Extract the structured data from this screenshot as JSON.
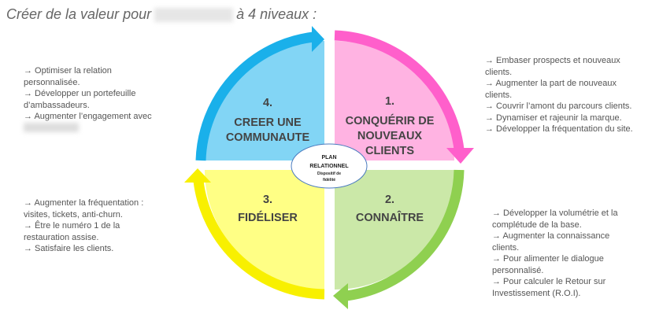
{
  "title": {
    "before": "Créer de la valeur pour",
    "after": "à 4 niveaux :"
  },
  "quadrants": [
    {
      "num": "4.",
      "line1": "CREER UNE",
      "line2": "COMMUNAUTE",
      "color": "#82d5f5",
      "arrow": "#1ab0ea"
    },
    {
      "num": "1.",
      "line1": "CONQUÉRIR DE",
      "line2": "NOUVEAUX",
      "line3": "CLIENTS",
      "color": "#ffb3e2",
      "arrow": "#ff5fcb"
    },
    {
      "num": "3.",
      "line1": "FIDÉLISER",
      "color": "#ffff85",
      "arrow": "#f8f000"
    },
    {
      "num": "2.",
      "line1": "CONNAÎTRE",
      "color": "#cbe8a8",
      "arrow": "#8fd050"
    }
  ],
  "center": {
    "line1": "PLAN",
    "line2": "RELATIONNEL",
    "line3": "Dispositif de",
    "line4": "fidélité"
  },
  "notes": {
    "top_left": [
      "→ Optimiser la relation personnalisée.",
      "→ Développer un portefeuille d’ambassadeurs.",
      "→  Augmenter l’engagement avec"
    ],
    "top_right": [
      "→ Embaser prospects et nouveaux clients.",
      "→ Augmenter la part de nouveaux clients.",
      "→ Couvrir l’amont du parcours clients.",
      "→ Dynamiser et rajeunir la marque.",
      "→ Développer la fréquentation du site."
    ],
    "bottom_left": [
      "→ Augmenter la fréquentation : visites, tickets, anti-churn.",
      "→ Être le numéro 1 de la restauration assise.",
      "→ Satisfaire les clients."
    ],
    "bottom_right": [
      "→ Développer la volumétrie et la complétude de la base.",
      "→ Augmenter la connaissance clients.",
      "→ Pour alimenter le dialogue personnalisé.",
      "→ Pour calculer le Retour sur Investissement (R.O.I)."
    ]
  }
}
